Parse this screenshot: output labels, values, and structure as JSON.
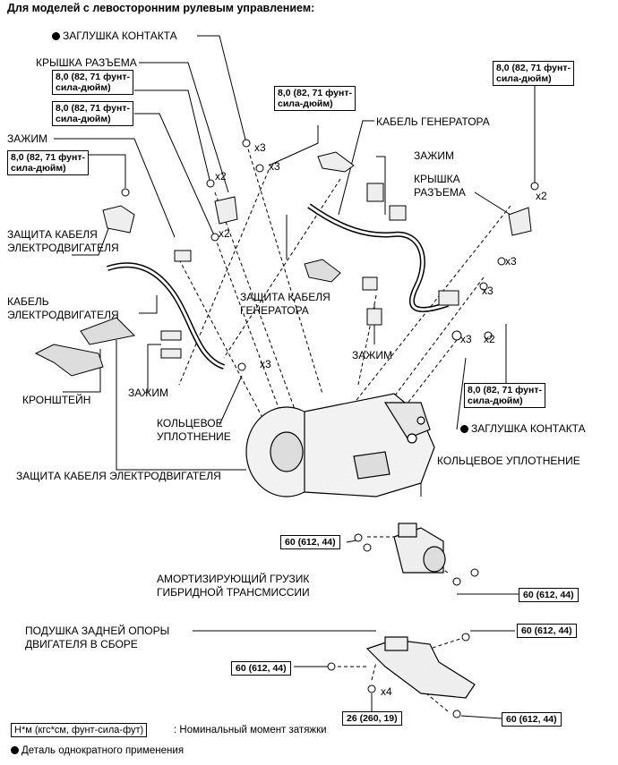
{
  "header": "Для моделей с левосторонним рулевым управлением:",
  "labels": {
    "plug_left": "ЗАГЛУШКА КОНТАКТА",
    "connector_cover_left": "КРЫШКА РАЗЪЕМА",
    "clamp_left": "ЗАЖИМ",
    "motor_cable_guard_1": "ЗАЩИТА КАБЕЛЯ",
    "motor_cable_guard_2": "ЭЛЕКТРОДВИГАТЕЛЯ",
    "motor_cable_1": "КАБЕЛЬ",
    "motor_cable_2": "ЭЛЕКТРОДВИГАТЕЛЯ",
    "bracket": "КРОНШТЕЙН",
    "clamp_mid": "ЗАЖИМ",
    "oring_left_1": "КОЛЬЦЕВОЕ",
    "oring_left_2": "УПЛОТНЕНИЕ",
    "motor_cable_guard_bottom": "ЗАЩИТА КАБЕЛЯ ЭЛЕКТРОДВИГАТЕЛЯ",
    "generator_cable": "КАБЕЛЬ ГЕНЕРАТОРА",
    "clamp_right": "ЗАЖИМ",
    "connector_cover_right_1": "КРЫШКА",
    "connector_cover_right_2": "РАЗЪЕМА",
    "generator_cable_guard_1": "ЗАЩИТА КАБЕЛЯ",
    "generator_cable_guard_2": "ГЕНЕРАТОРА",
    "clamp_center": "ЗАЖИМ",
    "plug_right": "ЗАГЛУШКА КОНТАКТА",
    "oring_right": "КОЛЬЦЕВОЕ УПЛОТНЕНИЕ",
    "damper_1": "АМОРТИЗИРУЮЩИЙ ГРУЗИК",
    "damper_2": "ГИБРИДНОЙ ТРАНСМИССИИ",
    "mount_1": "ПОДУШКА ЗАДНЕЙ ОПОРЫ",
    "mount_2": "ДВИГАТЕЛЯ В СБОРЕ"
  },
  "torque_small_1": "8,0 (82, 71 фунт-",
  "torque_small_2": "сила-дюйм)",
  "torque_60": "60 (612, 44)",
  "torque_26": "26 (260, 19)",
  "qty": {
    "x2": "x2",
    "x3": "x3",
    "x4": "x4",
    "x3_circle": "x3"
  },
  "legend": {
    "unit_box": "Н*м (кгс*см, фунт-сила-фут)",
    "unit_text": ": Номинальный момент затяжки",
    "single_use": "Деталь однократного применения"
  }
}
